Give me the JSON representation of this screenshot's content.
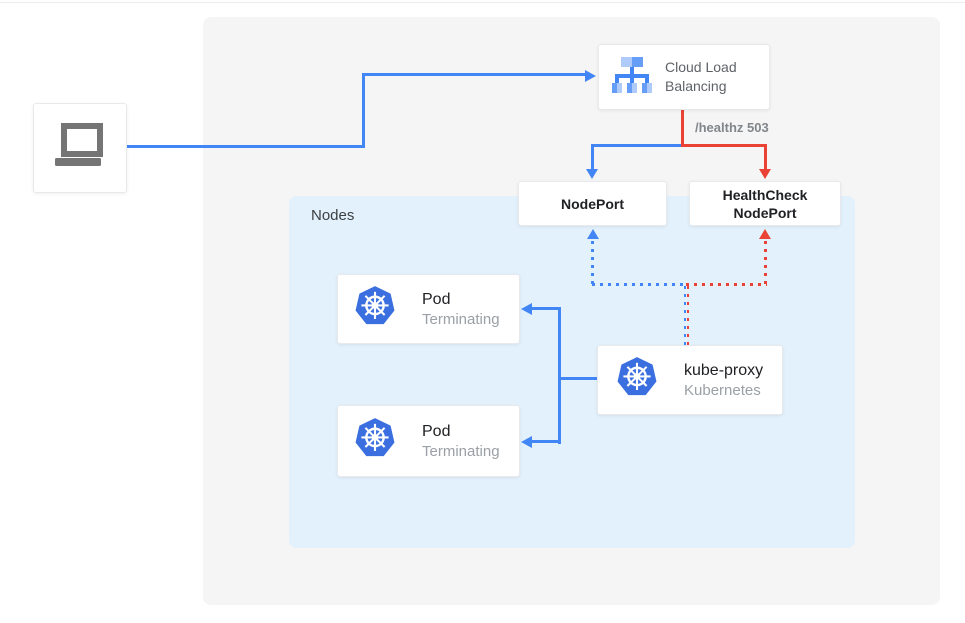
{
  "diagram": {
    "client": {
      "icon": "laptop-icon"
    },
    "load_balancer": {
      "label": "Cloud Load Balancing",
      "icon": "load-balancer-icon"
    },
    "edge_label": "/healthz 503",
    "node_port": {
      "label": "NodePort"
    },
    "health_check_node_port": {
      "line1": "HealthCheck",
      "line2": "NodePort"
    },
    "nodes_group": {
      "label": "Nodes"
    },
    "pods": [
      {
        "name": "Pod",
        "status": "Terminating",
        "icon": "kubernetes-icon"
      },
      {
        "name": "Pod",
        "status": "Terminating",
        "icon": "kubernetes-icon"
      }
    ],
    "kube_proxy": {
      "name": "kube-proxy",
      "subtitle": "Kubernetes",
      "icon": "kubernetes-icon"
    }
  },
  "colors": {
    "flow_blue": "#4285f4",
    "flow_red": "#ea4335",
    "nodes_background": "#e3f1fc",
    "panel_background": "#f5f5f5",
    "muted_text": "#9aa0a6",
    "label_text": "#5f6368",
    "dark_text": "#202124",
    "edge_label_text": "#80868b"
  }
}
